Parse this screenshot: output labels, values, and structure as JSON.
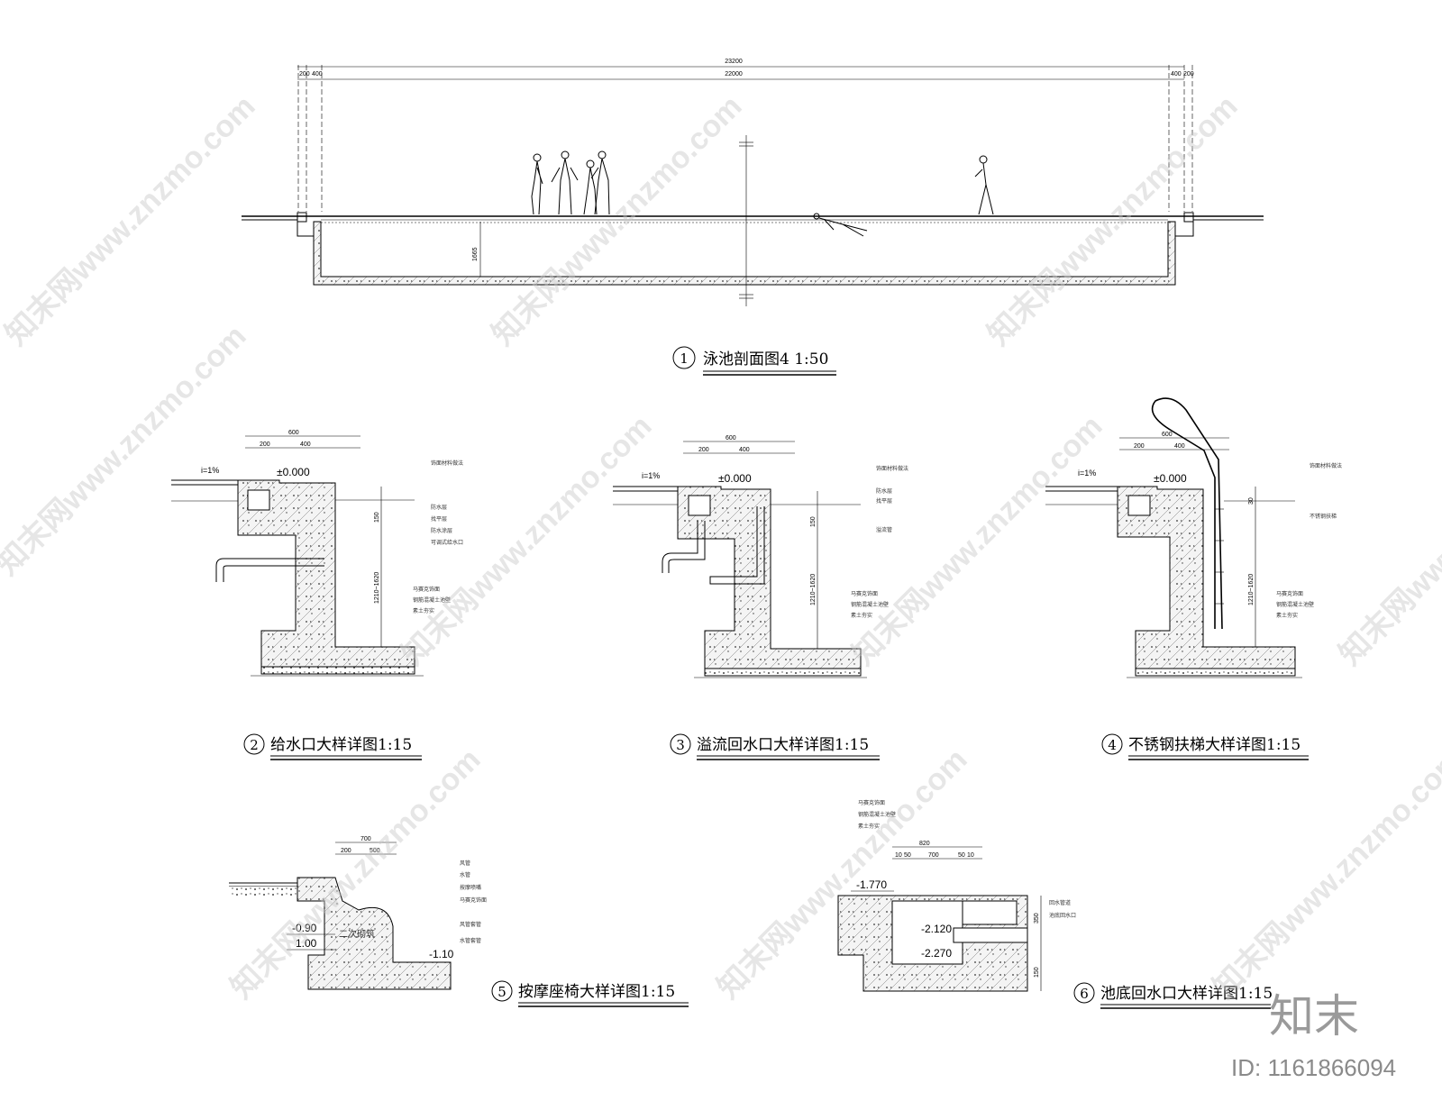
{
  "main_section": {
    "overall_dim": "23200",
    "inner_dim": "22000",
    "left_dims": [
      "200",
      "400"
    ],
    "right_dims": [
      "400",
      "200"
    ],
    "depth_dim": "1665",
    "title_num": "1",
    "title": "泳池剖面图4 1:50"
  },
  "details": [
    {
      "num": "2",
      "title": "给水口大样详图1:15",
      "slope": "i=1%",
      "level": "±0.000",
      "dims": [
        "600",
        "200",
        "400"
      ],
      "vdims": [
        "150",
        "1210~1620"
      ]
    },
    {
      "num": "3",
      "title": "溢流回水口大样详图1:15",
      "slope": "i=1%",
      "level": "±0.000",
      "dims": [
        "600",
        "200",
        "400"
      ],
      "vdims": [
        "150",
        "1210~1620"
      ]
    },
    {
      "num": "4",
      "title": "不锈钢扶梯大样详图1:15",
      "slope": "i=1%",
      "level": "±0.000",
      "dims": [
        "600",
        "200",
        "400"
      ],
      "vdims": [
        "30",
        "1210~1620"
      ]
    },
    {
      "num": "5",
      "title": "按摩座椅大样详图1:15",
      "dims": [
        "700",
        "200",
        "500"
      ],
      "levels": [
        "-0.90",
        "1.00",
        "-1.10"
      ],
      "label": "二次砌筑"
    },
    {
      "num": "6",
      "title": "池底回水口大样详图1:15",
      "dims": [
        "820",
        "10",
        "50",
        "700",
        "50",
        "10"
      ],
      "levels": [
        "-1.770",
        "-2.120",
        "-2.270"
      ],
      "vdims": [
        "350",
        "150"
      ]
    }
  ],
  "watermark": {
    "site": "知末网www.znzmo.com",
    "brand": "知末",
    "id": "ID: 1161866094"
  }
}
